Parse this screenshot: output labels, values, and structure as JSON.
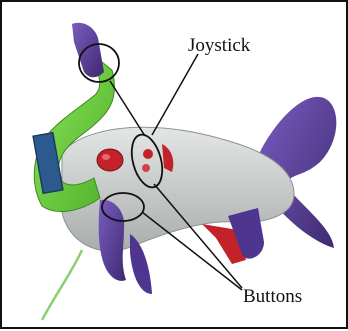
{
  "figure": {
    "callouts": [
      {
        "id": "joystick",
        "label": "Joystick"
      },
      {
        "id": "buttons",
        "label": "Buttons"
      }
    ],
    "colors": {
      "frame": "#111111",
      "body_gray": "#cfd2d0",
      "handle_green": "#72d63e",
      "purple": "#5a3f96",
      "red": "#c4222a",
      "screen_blue": "#2c5a8f",
      "cable_green": "#8ccf70"
    }
  }
}
